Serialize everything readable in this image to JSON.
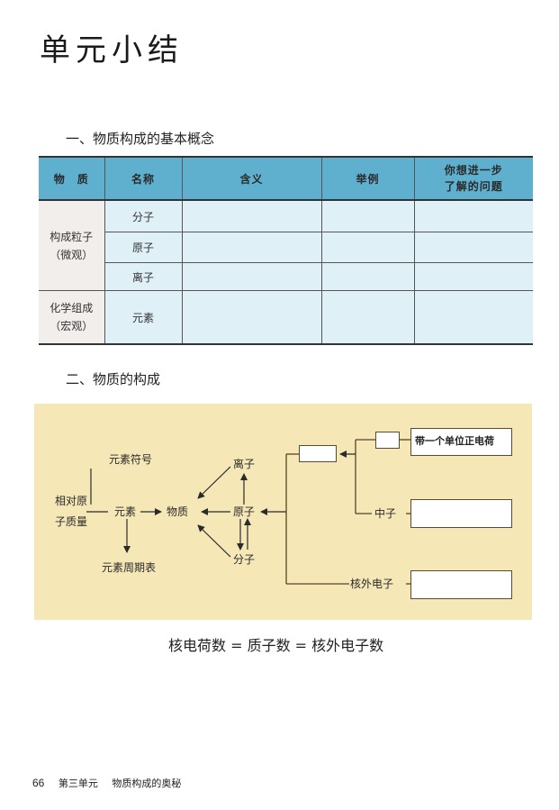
{
  "title": "单元小结",
  "section1": {
    "heading": "一、物质构成的基本概念",
    "table": {
      "headers": [
        "物　质",
        "名称",
        "含义",
        "举例",
        "你想进一步",
        "了解的问题"
      ],
      "categories": [
        {
          "line1": "构成粒子",
          "line2": "（微观）"
        },
        {
          "line1": "化学组成",
          "line2": "（宏观）"
        }
      ],
      "rows": [
        {
          "name": "分子",
          "meaning": "",
          "example": "",
          "question": ""
        },
        {
          "name": "原子",
          "meaning": "",
          "example": "",
          "question": ""
        },
        {
          "name": "离子",
          "meaning": "",
          "example": "",
          "question": ""
        },
        {
          "name": "元素",
          "meaning": "",
          "example": "",
          "question": ""
        }
      ],
      "colors": {
        "header_bg": "#5fb0cf",
        "cell_bg": "#dff0f7",
        "category_bg": "#f1eeec"
      }
    }
  },
  "section2": {
    "heading": "二、物质的构成",
    "diagram": {
      "bg_color": "#f6e7b7",
      "nodes": {
        "element_symbol": "元素符号",
        "relative_atomic_mass_1": "相对原",
        "relative_atomic_mass_2": "子质量",
        "element": "元素",
        "periodic_table": "元素周期表",
        "matter": "物质",
        "ion": "离子",
        "atom": "原子",
        "molecule": "分子",
        "neutron": "中子",
        "electron": "核外电子",
        "proton_desc": "带一个单位正电荷",
        "nucleus_box": "",
        "proton_box": "",
        "neutron_box": "",
        "electron_box": ""
      }
    },
    "formula": "核电荷数 = 质子数 = 核外电子数"
  },
  "footer": {
    "page_number": "66",
    "unit": "第三单元",
    "unit_title": "物质构成的奥秘"
  }
}
